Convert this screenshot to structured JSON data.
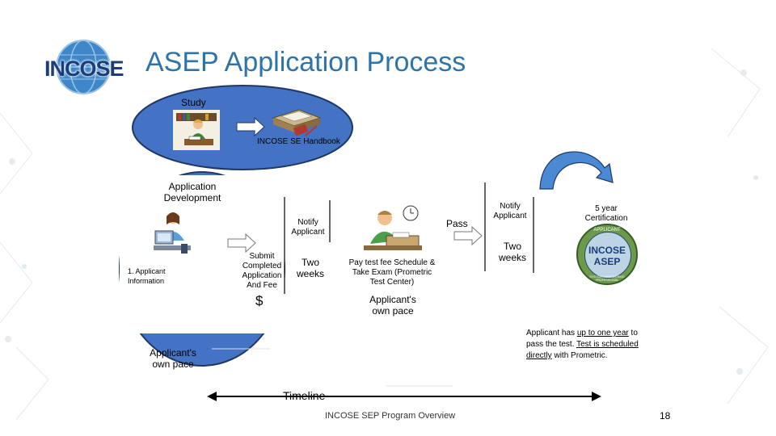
{
  "header": {
    "title": "ASEP Application Process",
    "logo_text": "INCOSE"
  },
  "study": {
    "label": "Study",
    "handbook_label": "INCOSE SE Handbook"
  },
  "application": {
    "label": "Application Development",
    "step1": "1.   Applicant Information",
    "own_pace": "Applicant's own pace"
  },
  "submit": {
    "notify": "Notify Applicant",
    "submit_text": "Submit Completed Application And Fee",
    "two_weeks": "Two weeks",
    "dollar": "$"
  },
  "test": {
    "pay": "Pay test fee Schedule & Take Exam (Prometric Test Center)",
    "own_pace": "Applicant's own pace",
    "pass": "Pass"
  },
  "cert": {
    "notify": "Notify Applicant",
    "two_weeks": "Two weeks",
    "five_year": "5 year Certification",
    "seal_top": "APPLICANT",
    "seal_main": "INCOSE",
    "seal_asep": "ASEP",
    "seal_bottom": "SYSTEMS ENGINEERING PROFESSIONAL"
  },
  "note": {
    "p1": "Applicant has ",
    "u1": "up to one year",
    "p2": " to pass the test. ",
    "u2": "Test is scheduled directly",
    "p3": " with Prometric."
  },
  "timeline": {
    "label": "Timeline"
  },
  "footer": {
    "text": "INCOSE SEP Program Overview",
    "page": "18"
  },
  "colors": {
    "ellipse": "#4472c4",
    "ellipse_border": "#1f3864",
    "title": "#2e74a8",
    "cert_arrow": "#4a8ad4"
  }
}
